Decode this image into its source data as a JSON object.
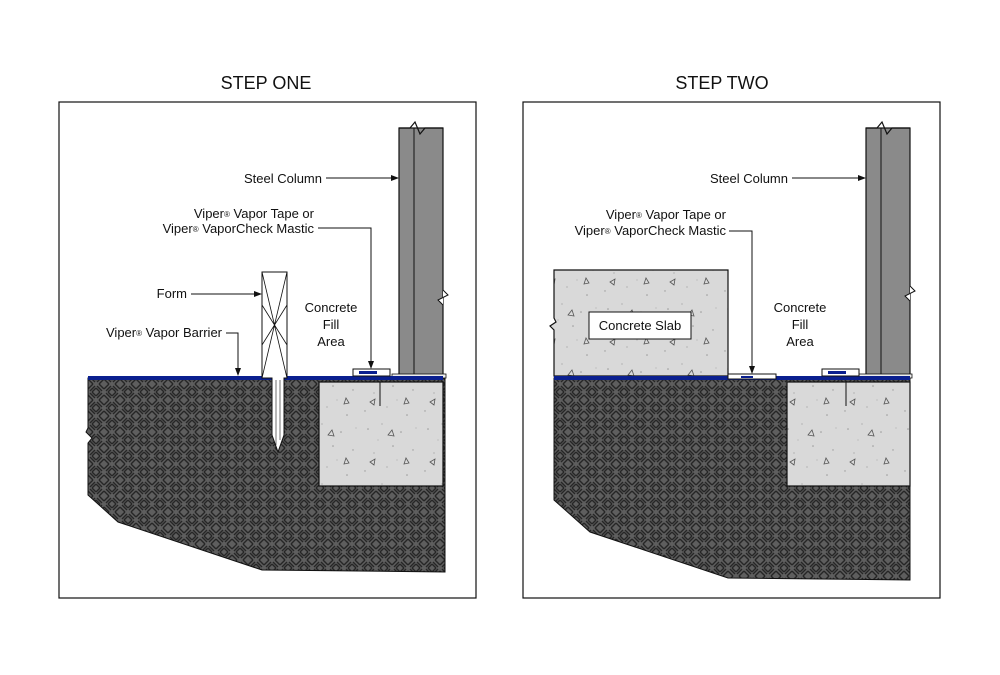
{
  "step_one": {
    "title": "STEP ONE",
    "steel_column": "Steel Column",
    "tape_brand": "Viper",
    "tape_line1": "Vapor Tape or",
    "tape_line2": "VaporCheck Mastic",
    "form": "Form",
    "barrier_brand": "Viper",
    "barrier_text": "Vapor Barrier",
    "fill_line1": "Concrete",
    "fill_line2": "Fill",
    "fill_line3": "Area"
  },
  "step_two": {
    "title": "STEP TWO",
    "steel_column": "Steel Column",
    "tape_brand": "Viper",
    "tape_line1": "Vapor Tape or",
    "tape_line2": "VaporCheck Mastic",
    "slab": "Concrete Slab",
    "fill_line1": "Concrete",
    "fill_line2": "Fill",
    "fill_line3": "Area"
  },
  "registered_mark": "®",
  "colors": {
    "soil": "#5e5e5e",
    "soil_hatch": "#262626",
    "concrete": "#d9d9d9",
    "column": "#8a8a8a",
    "vapor_barrier": "#0a1f8f"
  }
}
